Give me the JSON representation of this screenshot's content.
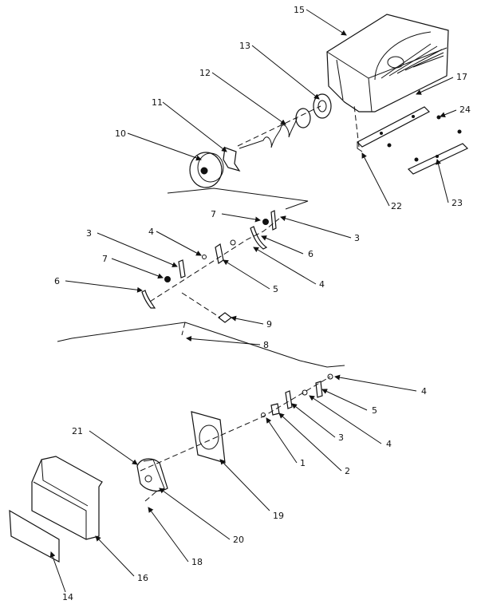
{
  "callouts": {
    "c1": "1",
    "c2": "2",
    "c3a": "3",
    "c3b": "3",
    "c3c": "3",
    "c4a": "4",
    "c4b": "4",
    "c4c": "4",
    "c4d": "4",
    "c5a": "5",
    "c5b": "5",
    "c6a": "6",
    "c6b": "6",
    "c7a": "7",
    "c7b": "7",
    "c8": "8",
    "c9": "9",
    "c10": "10",
    "c11": "11",
    "c12": "12",
    "c13": "13",
    "c14": "14",
    "c15": "15",
    "c16": "16",
    "c17": "17",
    "c18": "18",
    "c19": "19",
    "c20": "20",
    "c21": "21",
    "c22": "22",
    "c23": "23",
    "c24": "24"
  },
  "colors": {
    "ink": "#111111",
    "paper": "#ffffff"
  }
}
